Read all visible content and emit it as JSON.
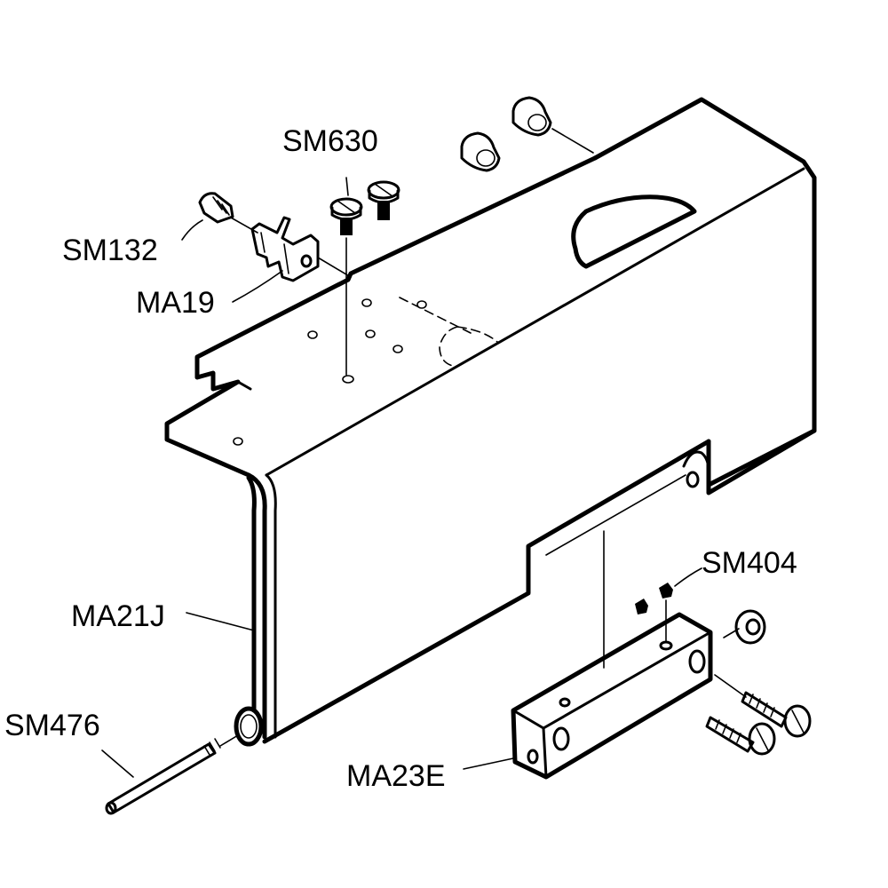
{
  "diagram": {
    "labels": {
      "sm630": "SM630",
      "sm132": "SM132",
      "ma19": "MA19",
      "ma21j": "MA21J",
      "sm404": "SM404",
      "sm476": "SM476",
      "ma23e": "MA23E"
    }
  }
}
